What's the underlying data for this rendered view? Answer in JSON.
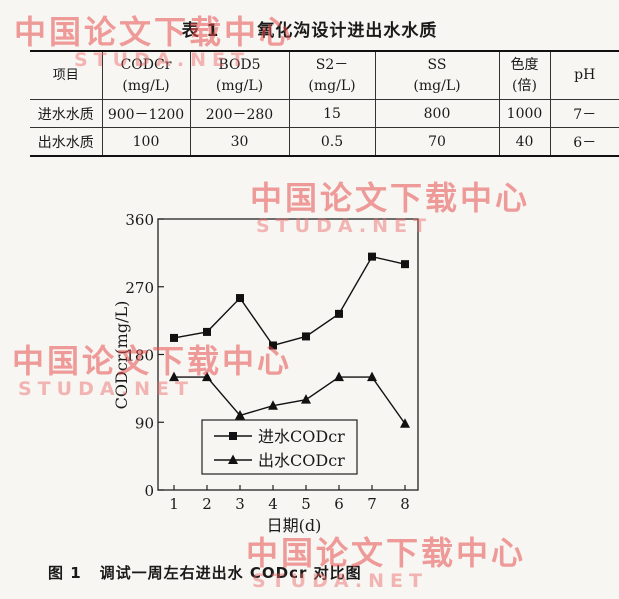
{
  "table": {
    "number": "表 1",
    "title": "氧化沟设计进出水水质",
    "headers": [
      {
        "name": "项目",
        "unit": ""
      },
      {
        "name": "CODCr",
        "unit": "(mg/L)"
      },
      {
        "name": "BOD5",
        "unit": "(mg/L)"
      },
      {
        "name": "S2－",
        "unit": "(mg/L)"
      },
      {
        "name": "SS",
        "unit": "(mg/L)"
      },
      {
        "name": "色度",
        "unit": "(倍)"
      },
      {
        "name": "pH",
        "unit": ""
      }
    ],
    "rows": [
      [
        "进水水质",
        "900－1200",
        "200－280",
        "15",
        "800",
        "1000",
        "7－"
      ],
      [
        "出水水质",
        "100",
        "30",
        "0.5",
        "70",
        "40",
        "6－"
      ]
    ]
  },
  "chart_data": {
    "type": "line",
    "x": [
      1,
      2,
      3,
      4,
      5,
      6,
      7,
      8
    ],
    "xlabel": "日期(d)",
    "ylabel": "CODcr(mg/L)",
    "ylim": [
      0,
      360
    ],
    "yticks": [
      0,
      90,
      180,
      270,
      360
    ],
    "grid": false,
    "legend_position": "bottom-right",
    "series": [
      {
        "name": "进水CODcr",
        "marker": "square",
        "values": [
          202,
          210,
          255,
          192,
          204,
          234,
          310,
          300
        ]
      },
      {
        "name": "出水CODcr",
        "marker": "triangle",
        "values": [
          150,
          150,
          99,
          112,
          120,
          150,
          150,
          88
        ]
      }
    ]
  },
  "figure": {
    "number": "图 1",
    "caption": "调试一周左右进出水 CODcr 对比图"
  },
  "watermark": {
    "cn": "中国论文下载中心",
    "en": "STUDA.NET"
  }
}
